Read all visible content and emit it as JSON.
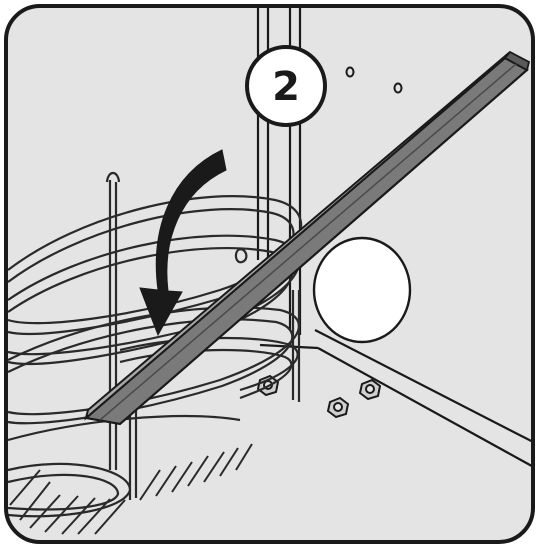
{
  "diagram": {
    "step_number": "2",
    "colors": {
      "panel_fill": "#e4e4e4",
      "outline": "#1a1a1a",
      "rail_fill": "#7a7a7a",
      "rail_edge": "#4a4a4a",
      "wire": "#2a2a2a",
      "hole_fill": "#ffffff",
      "arrow_fill": "#1a1a1a"
    },
    "icons": [
      "step-badge",
      "curved-down-arrow",
      "wire-basket",
      "metal-rail",
      "round-opening",
      "hex-nut"
    ]
  }
}
